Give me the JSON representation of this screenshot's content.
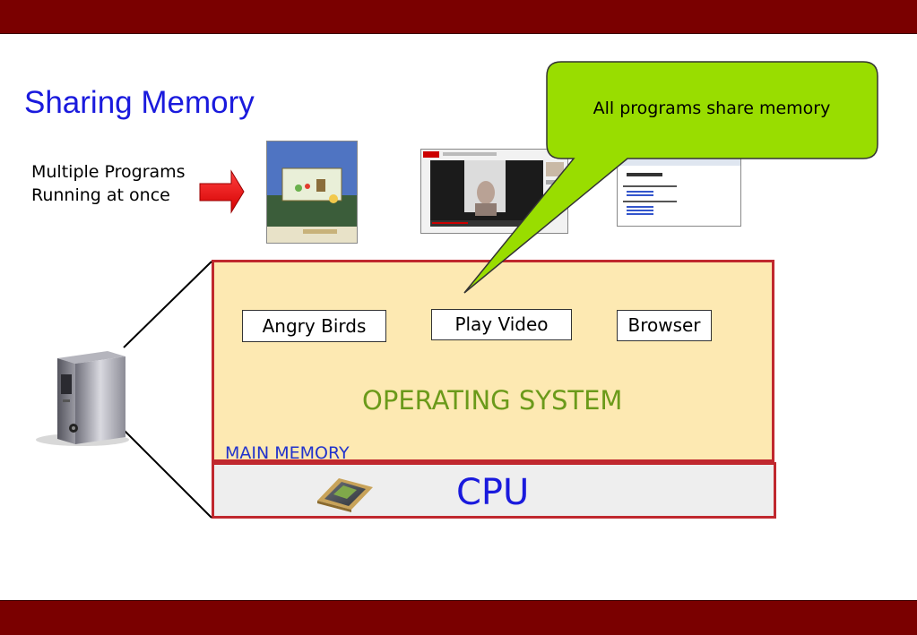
{
  "slide": {
    "title": "Sharing Memory",
    "intro_line1": "Multiple Programs",
    "intro_line2": "Running at once"
  },
  "callout": {
    "text": "All programs share memory"
  },
  "programs": [
    {
      "label": "Angry Birds"
    },
    {
      "label": "Play Video"
    },
    {
      "label": "Browser"
    }
  ],
  "memory": {
    "os_label": "OPERATING SYSTEM",
    "main_memory_label": "MAIN MEMORY"
  },
  "cpu": {
    "label": "CPU"
  },
  "icons": [
    "red-arrow-icon",
    "computer-tower-icon",
    "cpu-chip-icon"
  ],
  "colors": {
    "bars": "#7a0000",
    "title": "#1a1add",
    "memory_fill": "#fde9b2",
    "border": "#c0282e",
    "callout_fill": "#99dd00",
    "os_text": "#6b9a1a"
  }
}
